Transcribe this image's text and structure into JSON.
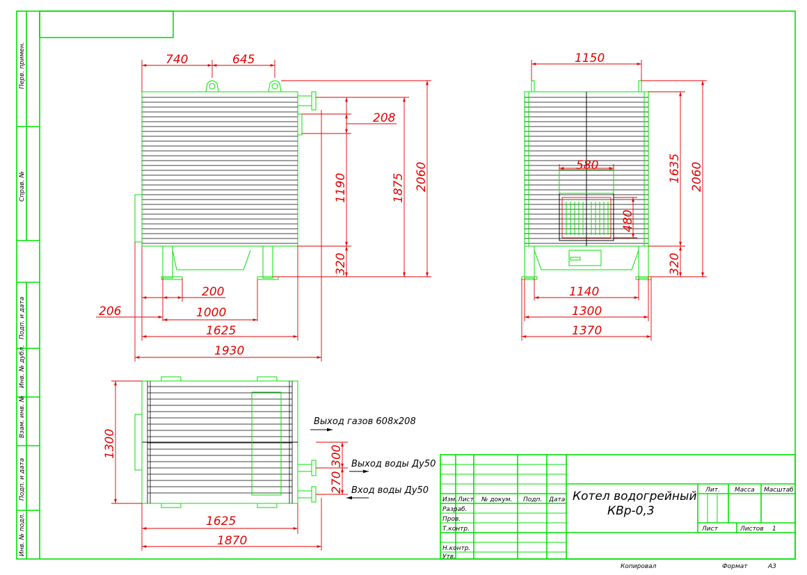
{
  "stamp": {
    "title_line1": "Котел водогрейный",
    "title_line2": "КВр-0,3",
    "cols": {
      "izm": "Изм.",
      "list": "Лист",
      "doc": "№ докум.",
      "sign": "Подп.",
      "date": "Дата"
    },
    "rows": {
      "razrab": "Разраб.",
      "prov": "Пров.",
      "tkontr": "Т.контр.",
      "nkontr": "Н.контр.",
      "utv": "Утв."
    },
    "lit": "Лит.",
    "massa": "Масса",
    "masshtab": "Масштаб",
    "list": "Лист",
    "listov": "Листов",
    "listov_val": "1",
    "kopiroval": "Копировал",
    "format": "Формат",
    "format_val": "А3"
  },
  "side": {
    "perv": "Перв. примен.",
    "sprav": "Справ. №",
    "podp_data_1": "Подп. и дата",
    "inv_dubl": "Инв. № дубл.",
    "vzam_inv": "Взам. инв. №",
    "podp_data_2": "Подп. и дата",
    "inv_podl": "Инв. № подл."
  },
  "dims": {
    "front_740": "740",
    "front_645": "645",
    "front_208": "208",
    "front_1190": "1190",
    "front_1875": "1875",
    "front_2060": "2060",
    "front_320": "320",
    "front_200": "200",
    "front_206": "206",
    "front_1000": "1000",
    "front_1625": "1625",
    "front_1930": "1930",
    "side_1150": "1150",
    "side_580": "580",
    "side_480": "480",
    "side_1635": "1635",
    "side_2060": "2060",
    "side_320": "320",
    "side_1140": "1140",
    "side_1300": "1300",
    "side_1370": "1370",
    "top_1300": "1300",
    "top_1625": "1625",
    "top_1870": "1870",
    "top_300": "300",
    "top_270": "270"
  },
  "labels": {
    "gas_out": "Выход газов 608х208",
    "water_out": "Выход воды Ду50",
    "water_in": "Вход воды Ду50"
  }
}
